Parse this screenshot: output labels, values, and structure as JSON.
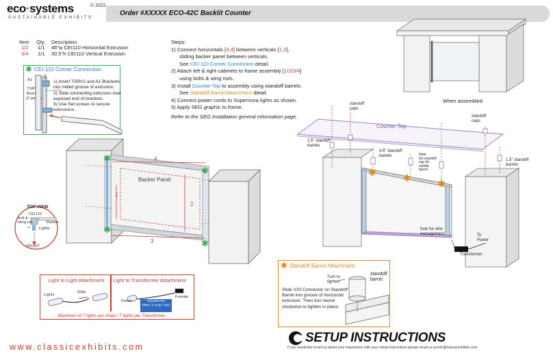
{
  "header": {
    "logo_eco": "eco",
    "logo_systems": "systems",
    "copyright": "© 2022",
    "logo_sub": "SUSTAINABLE EXHIBITS",
    "title": "Order #XXXXX    ECO-42C Backlit Counter"
  },
  "parts": {
    "headers": [
      "Item",
      "Qty.",
      "Description"
    ],
    "rows": [
      {
        "item": "1/2",
        "qty": "1/1",
        "desc": "46\"w CEI110 Horizontal Extrusion"
      },
      {
        "item": "3/4",
        "qty": "1/1",
        "desc": "30.5\"h CEI110 Vertical Extrusion"
      }
    ]
  },
  "steps": {
    "title": "Steps:",
    "s1a": "1) Connect horizontals [",
    "s1a_ref": "3,4",
    "s1b": "] between verticals [",
    "s1b_ref": "1,2",
    "s1c": "],",
    "s1d": "sliding backer panel between verticals.",
    "s1e": "See ",
    "s1e_link": "CEI-110 Corner Connection",
    "s1e_end": " detail.",
    "s2a": "2) Attach left & right cabinets to frame assembly [",
    "s2a_ref": "1/2/3/4",
    "s2a_end": "]",
    "s2b": "using bolts & wing nuts.",
    "s3a": "3) Install ",
    "s3a_link": "Counter Top",
    "s3a_end": " to assembly using standoff barrels.",
    "s3b": "See ",
    "s3b_link": "Standoff Barrel Attachment",
    "s3b_end": " detail.",
    "s4": "4) Connect power cords to Supernova lights as shown.",
    "s5": "5) Apply SEG graphic to frame.",
    "note": "Refer to the SEG Installation general information page."
  },
  "cei": {
    "title": "CEI-110 Corner Connection",
    "step1": "1) Insert TSRV2 and A1 Brackets into milled groove of extrusion.",
    "step2": "2) Slide connecting extrusion over exposed end of brackets.",
    "step3": "3) Use Set screws to secure extrusions.",
    "a1": "A1",
    "tsrv2": "TSRV2",
    "bracket": "Bracket",
    "pieces": "(2 pieces)"
  },
  "frame": {
    "n1": "1",
    "n2": "2",
    "n3": "3",
    "n4": "4",
    "backer": "Backer Panel"
  },
  "top_view": {
    "title": "TOP VIEW",
    "cei110": "CEI110",
    "bolt": "bolt &",
    "wing": "wing nut",
    "backer": "Backer",
    "lights": "Lights",
    "front": "FRONT"
  },
  "assembled": {
    "label": "When assembled",
    "counter_top": "Counter Top",
    "standoff_caps_l": "standoff",
    "standoff_caps_l2": "caps",
    "standoff_caps_r": "standoff",
    "standoff_caps_r2": "caps",
    "barrels_l1": "1.5\" standoff",
    "barrels_l2": "barrels",
    "barrels_m1": "4.5\" standoff",
    "barrels_m2": "barrels",
    "barrels_r1": "1.5\" standoff",
    "barrels_r2": "barrels",
    "note1": "Note",
    "note2": "No standoff",
    "note3": "cap for",
    "note4": "middle",
    "note5": "barrel",
    "hole1": "hole for wire",
    "hole2": "management",
    "to": "To",
    "power": "Power",
    "transformer": "Transformer"
  },
  "attach": {
    "left_title": "Light to Light Attachment",
    "right_title": "Light to Transformer Attachment",
    "lights": "Lights",
    "male": "Male",
    "power": "Power",
    "female": "Female",
    "tr1": "Transformer",
    "tr2": "96W / 4 Amp / 24V",
    "footer": "Maximum of 7 lights per chain / 7 lights per Transformer"
  },
  "barrel": {
    "title": "Standoff Barrel Attachment",
    "turn1": "Turn to",
    "turn2": "tighten",
    "label1": "standoff",
    "label2": "barrel",
    "text": "Slide V20 Connector on Standoff Barrel into groove of horizontal extrusion. Then turn barrel clockwise to tighten in place."
  },
  "footer": {
    "setup": "SETUP INSTRUCTIONS",
    "line": "If you would like to tell us about your experience with your setup instructions please email us at info@classicexhibits.com",
    "website": "www.classicexhibits.com"
  },
  "colors": {
    "accent_red": "#c0392b",
    "accent_blue": "#2f7fc1",
    "accent_green": "#3aa858",
    "accent_orange": "#e0891b",
    "counter_purple": "#7a5fa0"
  }
}
